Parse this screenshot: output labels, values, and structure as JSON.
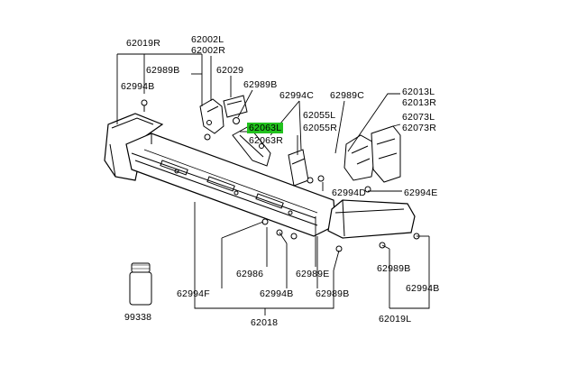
{
  "parts": {
    "p62019R": "62019R",
    "p62994B_tl": "62994B",
    "p62989B_tl": "62989B",
    "p62002L": "62002L",
    "p62002R": "62002R",
    "p62029": "62029",
    "p62989B_tc": "62989B",
    "p62994C": "62994C",
    "p62989C": "62989C",
    "p62063L": "62063L",
    "p62063R": "62063R",
    "p62055L": "62055L",
    "p62055R": "62055R",
    "p62013L": "62013L",
    "p62013R": "62013R",
    "p62073L": "62073L",
    "p62073R": "62073R",
    "p62994D": "62994D",
    "p62994E": "62994E",
    "p62986": "62986",
    "p62989E": "62989E",
    "p62994F": "62994F",
    "p62994B_bc": "62994B",
    "p62989B_bc": "62989B",
    "p62989B_br": "62989B",
    "p62994B_br": "62994B",
    "p62019L": "62019L",
    "p62018": "62018",
    "p99338": "99338"
  },
  "highlight": {
    "part": "62063L",
    "color": "#22c21e"
  }
}
